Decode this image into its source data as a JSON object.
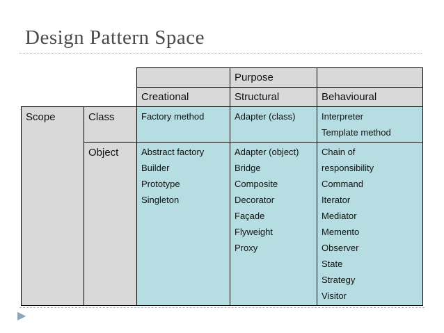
{
  "slide_title": "Design Pattern Space",
  "table": {
    "purpose_header": "Purpose",
    "scope_header": "Scope",
    "column_headers": {
      "creational": "Creational",
      "structural": "Structural",
      "behavioural": "Behavioural"
    },
    "scope_rows": [
      {
        "label": "Class",
        "creational": "Factory method",
        "structural": "Adapter (class)",
        "behavioural": "Interpreter\nTemplate method"
      },
      {
        "label": "Object",
        "creational": "Abstract factory\nBuilder\nPrototype\nSingleton",
        "structural": "Adapter (object)\nBridge\nComposite\nDecorator\nFaçade\nFlyweight\nProxy",
        "behavioural": "Chain of\nresponsibility\nCommand\nIterator\nMediator\nMemento\nObserver\nState\nStrategy\nVisitor"
      }
    ],
    "colors": {
      "header_bg": "#d9d9d9",
      "pattern_cell_bg": "#b6dee2",
      "border": "#000000"
    }
  },
  "footer": {
    "nav_icon": "▶",
    "nav_icon_color": "#8ea4b8"
  }
}
